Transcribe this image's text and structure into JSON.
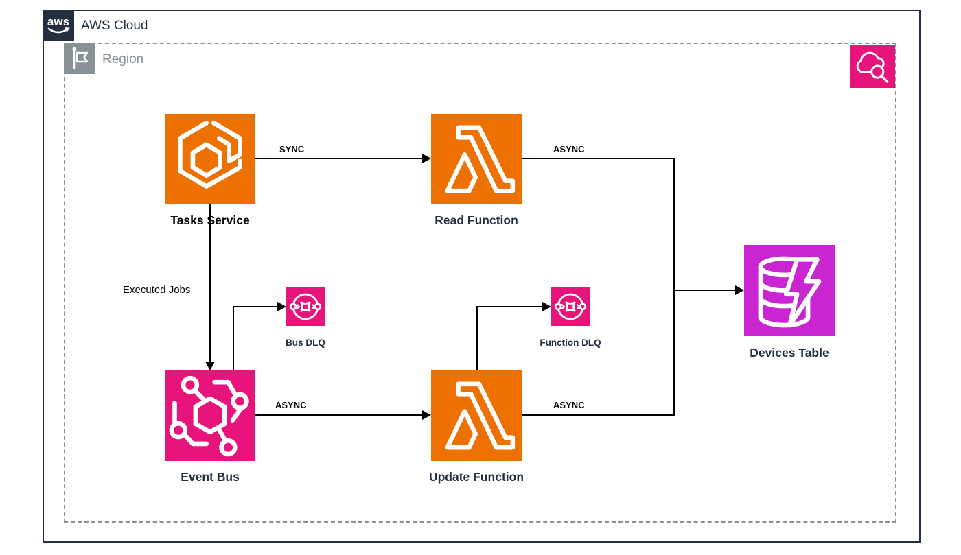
{
  "header": {
    "title": "AWS Cloud"
  },
  "region": {
    "label": "Region"
  },
  "nodes": {
    "tasks_service": {
      "label": "Tasks Service",
      "icon": "ecs-icon",
      "color": "#ED7100"
    },
    "read_function": {
      "label": "Read Function",
      "icon": "lambda-icon",
      "color": "#ED7100"
    },
    "event_bus": {
      "label": "Event Bus",
      "icon": "eventbridge-icon",
      "color": "#E7157B"
    },
    "update_function": {
      "label": "Update Function",
      "icon": "lambda-icon",
      "color": "#ED7100"
    },
    "bus_dlq": {
      "label": "Bus DLQ",
      "icon": "sqs-icon",
      "color": "#E7157B"
    },
    "function_dlq": {
      "label": "Function DLQ",
      "icon": "sqs-icon",
      "color": "#E7157B"
    },
    "devices_table": {
      "label": "Devices Table",
      "icon": "dynamodb-icon",
      "color": "#C925D1"
    },
    "observability": {
      "label": "",
      "icon": "cloudwatch-icon",
      "color": "#E7157B"
    }
  },
  "edges": {
    "tasks_to_read": {
      "label": "SYNC"
    },
    "read_to_devices": {
      "label": "ASYNC"
    },
    "tasks_to_bus": {
      "label": "Executed Jobs"
    },
    "bus_to_update": {
      "label": "ASYNC"
    },
    "update_to_devices": {
      "label": "ASYNC"
    },
    "bus_to_bus_dlq": {
      "label": ""
    },
    "update_to_function_dlq": {
      "label": ""
    }
  },
  "colors": {
    "compute_orange": "#ED7100",
    "integration_pink": "#E7157B",
    "database_purple": "#C925D1",
    "aws_navy": "#232F3E",
    "region_gray": "#879196",
    "edge_black": "#000000"
  }
}
